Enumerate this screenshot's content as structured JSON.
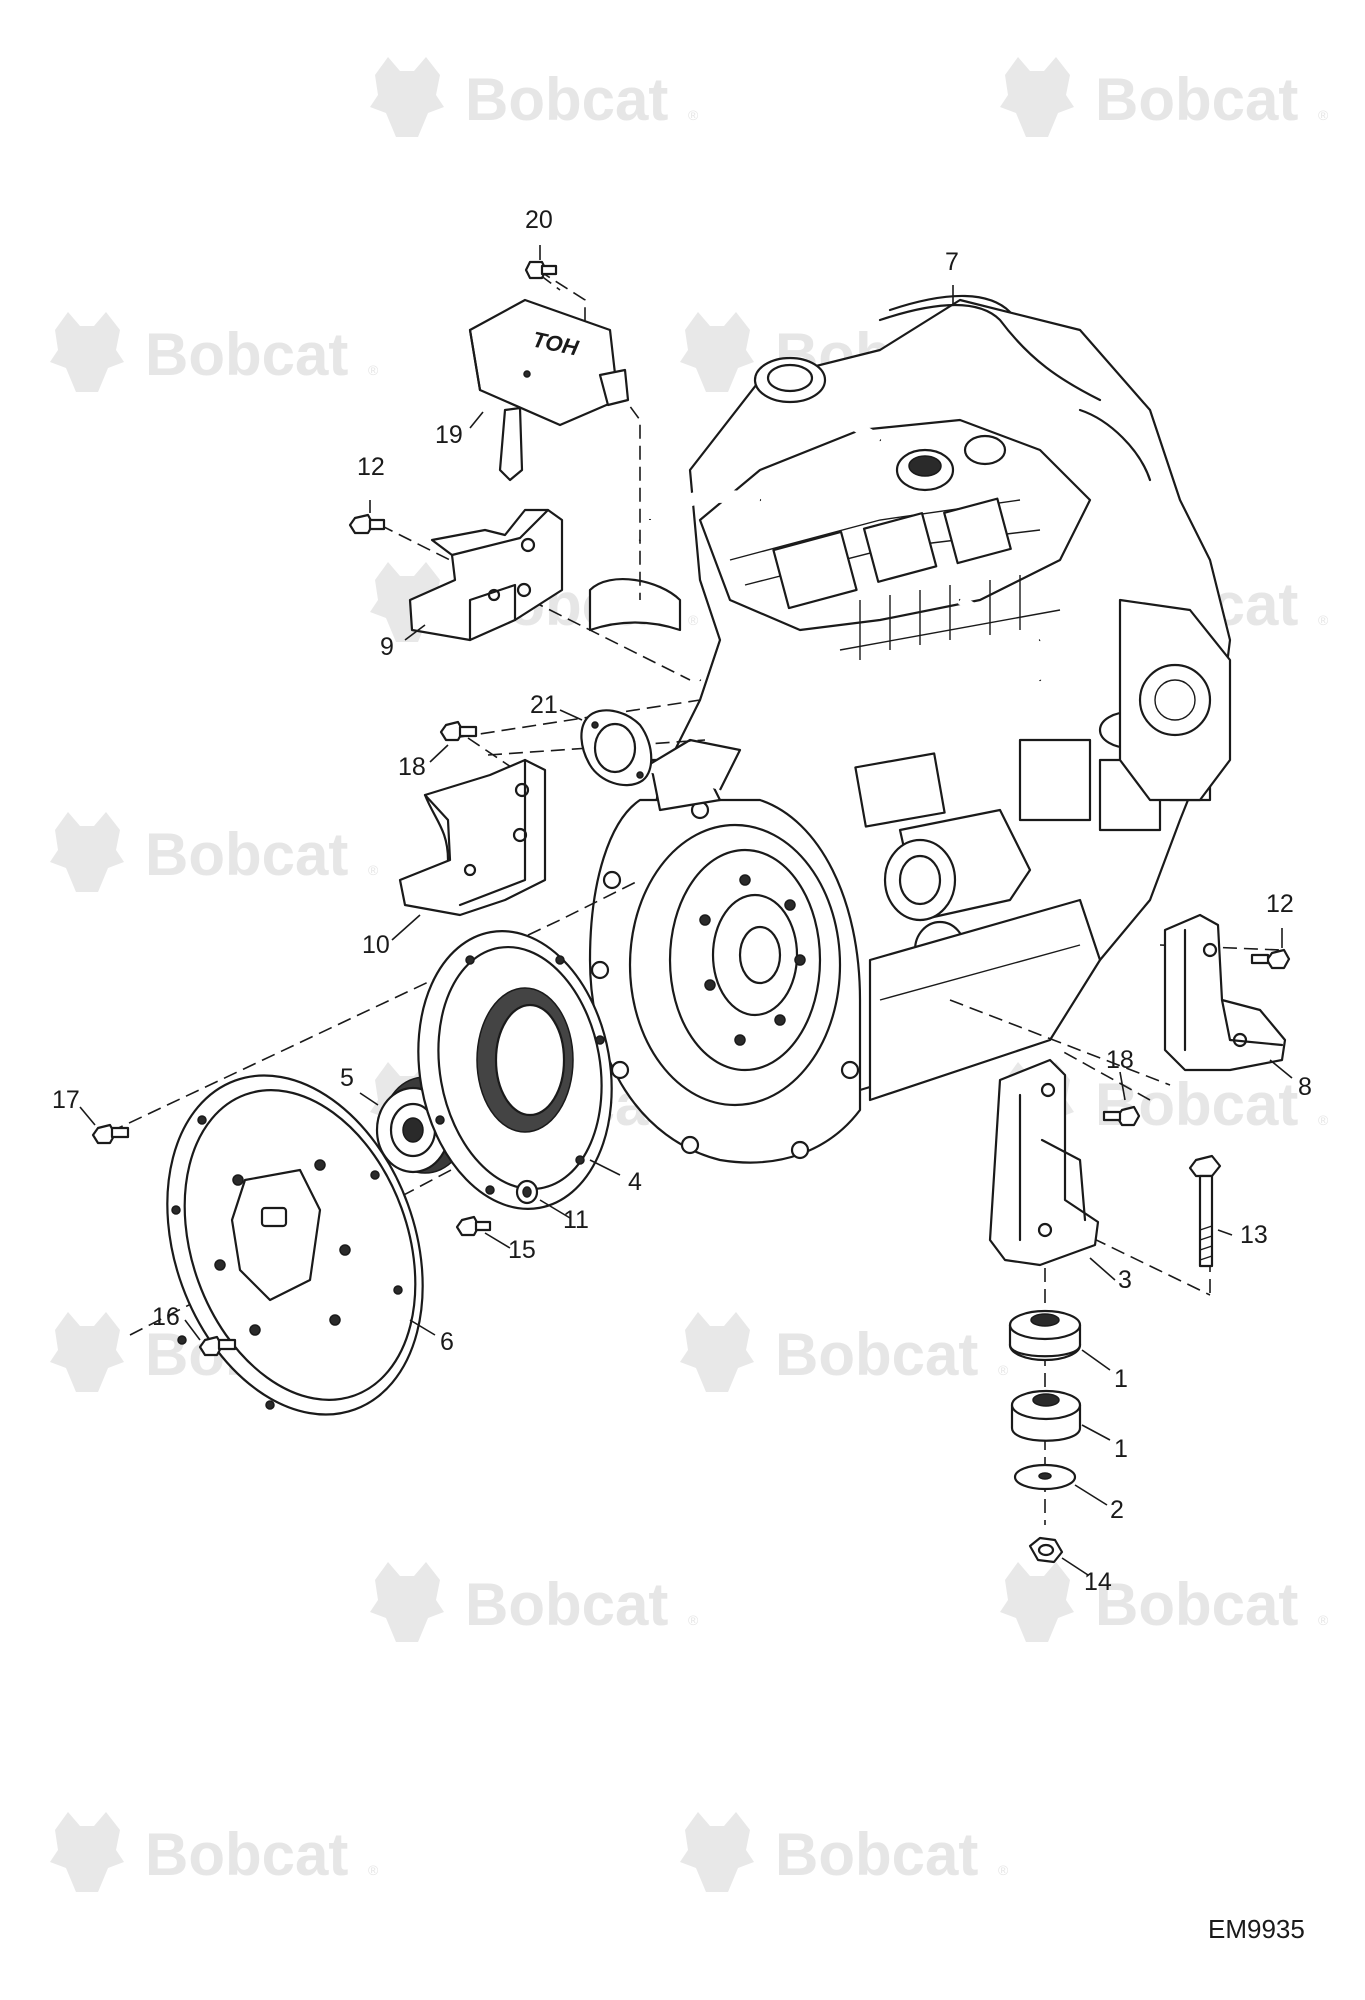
{
  "watermark": {
    "brand": "Bobcat",
    "registered_mark": "®"
  },
  "diagram": {
    "reference_code": "EM9935"
  },
  "component_marking": "TOH",
  "callouts": [
    {
      "id": "c20",
      "label": "20"
    },
    {
      "id": "c7",
      "label": "7"
    },
    {
      "id": "c19",
      "label": "19"
    },
    {
      "id": "c12a",
      "label": "12"
    },
    {
      "id": "c9",
      "label": "9"
    },
    {
      "id": "c21",
      "label": "21"
    },
    {
      "id": "c18a",
      "label": "18"
    },
    {
      "id": "c10",
      "label": "10"
    },
    {
      "id": "c12b",
      "label": "12"
    },
    {
      "id": "c8",
      "label": "8"
    },
    {
      "id": "c18b",
      "label": "18"
    },
    {
      "id": "c17",
      "label": "17"
    },
    {
      "id": "c5",
      "label": "5"
    },
    {
      "id": "c4",
      "label": "4"
    },
    {
      "id": "c11",
      "label": "11"
    },
    {
      "id": "c15",
      "label": "15"
    },
    {
      "id": "c13",
      "label": "13"
    },
    {
      "id": "c3",
      "label": "3"
    },
    {
      "id": "c16",
      "label": "16"
    },
    {
      "id": "c6",
      "label": "6"
    },
    {
      "id": "c1a",
      "label": "1"
    },
    {
      "id": "c1b",
      "label": "1"
    },
    {
      "id": "c2",
      "label": "2"
    },
    {
      "id": "c14",
      "label": "14"
    }
  ]
}
